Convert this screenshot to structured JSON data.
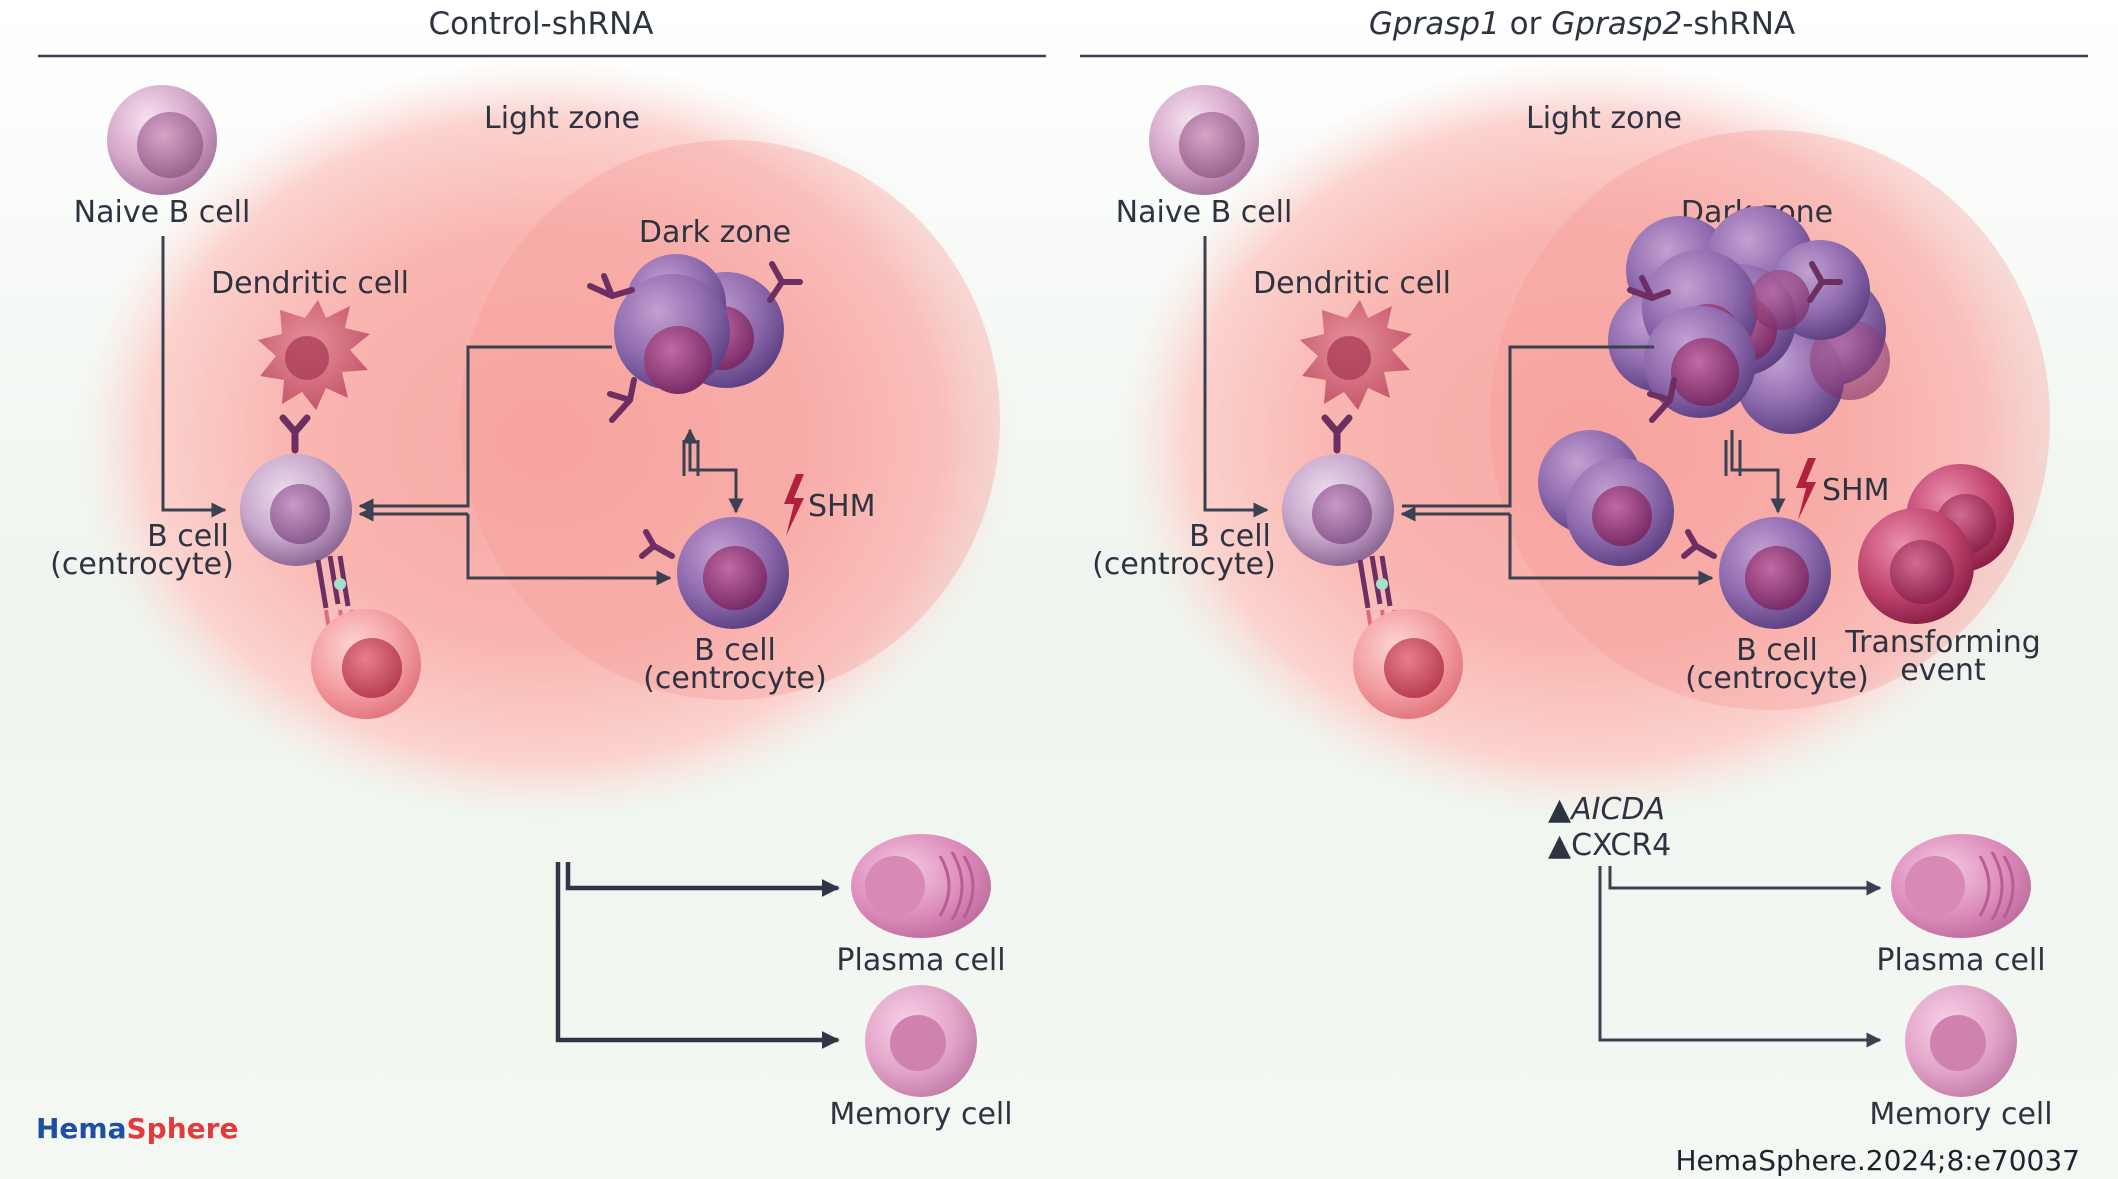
{
  "left_panel": {
    "title": "Control-shRNA",
    "light_zone": "Light zone",
    "dark_zone": "Dark zone",
    "naive_b_cell": "Naive B cell",
    "dendritic_cell": "Dendritic cell",
    "b_cell_left_line1": "B cell",
    "b_cell_left_line2": "(centrocyte)",
    "b_cell_right_line1": "B cell",
    "b_cell_right_line2": "(centrocyte)",
    "shm": "SHM",
    "plasma_cell": "Plasma cell",
    "memory_cell": "Memory cell"
  },
  "right_panel": {
    "title_part1": "Gprasp1",
    "title_part2": " or ",
    "title_part3": "Gprasp2",
    "title_part4": "-shRNA",
    "light_zone": "Light zone",
    "dark_zone": "Dark zone",
    "naive_b_cell": "Naive B cell",
    "dendritic_cell": "Dendritic cell",
    "b_cell_left_line1": "B cell",
    "b_cell_left_line2": "(centrocyte)",
    "b_cell_right_line1": "B cell",
    "b_cell_right_line2": "(centrocyte)",
    "shm": "SHM",
    "transforming_line1": "Transforming",
    "transforming_line2": "event",
    "aicda": "AICDA",
    "cxcr4": "CXCR4",
    "up_marker": "▲",
    "plasma_cell": "Plasma cell",
    "memory_cell": "Memory cell"
  },
  "footer": {
    "logo_part1": "Hema",
    "logo_part2": "Sphere",
    "citation": "HemaSphere.2024;8:e70037"
  },
  "colors": {
    "logo_blue": "#1f4fa0",
    "logo_red": "#e23b3b",
    "shm_bolt": "#b0213e",
    "text": "#2e3342"
  }
}
